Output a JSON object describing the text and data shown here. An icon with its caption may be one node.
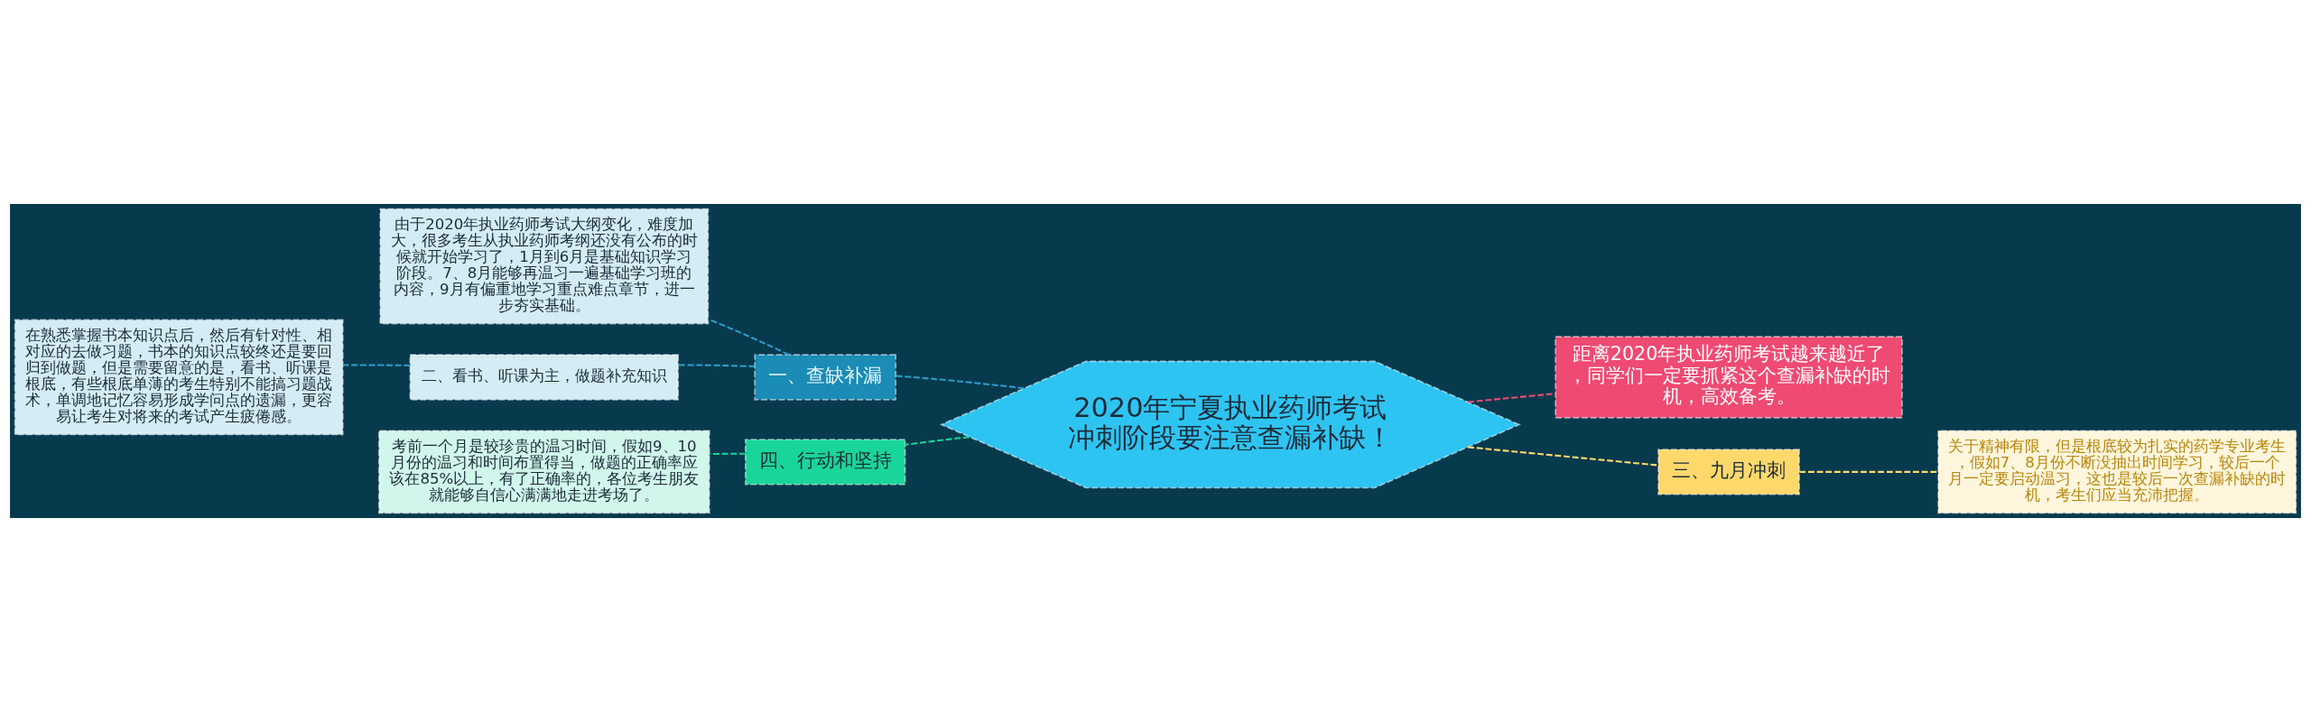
{
  "diagram": {
    "nodes": [
      {
        "text": [
          "2020年宁夏执业药师考试冲刺阶段要注意查漏补缺！"
        ]
      },
      {
        "text": [
          "一、查缺补漏"
        ]
      },
      {
        "text": [
          "由于2020年执业药师考试大纲变化，难度加大，很多考生从执业药师考纲还没有公布的时候就开始学习了，1月到6月是基础知识学习阶段。7、8月能够再温习一遍基础学习班的内容，9月有偏重地学习重点难点章节，进一步夯实基础。"
        ]
      },
      {
        "text": [
          "二、看书、听课为主，做题补充知识"
        ]
      },
      {
        "text": [
          "在熟悉掌握书本知识点后，然后有针对性、相对应的去做习题，书本的知识点较终还是要回归到做题，但是需要留意的是，看书、听课是根底，有些根底单薄的考生特别不能搞习题战术，单调地记忆容易形成学问点的遗漏，更容易让考生对将来的考试产生疲倦感。"
        ]
      },
      {
        "text": [
          "四、行动和坚持"
        ]
      },
      {
        "text": [
          "考前一个月是较珍贵的温习时间，假如9、10月份的温习和时间布置得当，做题的正确率应该在85%以上，有了正确率的，各位考生朋友就能够自信心满满地走进考场了。"
        ]
      },
      {
        "text": [
          "距离2020年执业药师考试越来越近了，同学们一定要抓紧这个查漏补缺的时机，高效备考。"
        ]
      },
      {
        "text": [
          "三、九月冲刺"
        ]
      },
      {
        "text": [
          "关于精神有限，但是根底较为扎实的药学专业考生，假如7、8月份不断没抽出时间学习，较后一个月一定要启动温习，这也是较后一次查漏补缺的时机，考生们应当充沛把握。"
        ]
      }
    ],
    "edges": [
      {
        "from": 0,
        "to": 1,
        "arrow": "none",
        "style": "dashed"
      },
      {
        "from": 1,
        "to": 2,
        "arrow": "none",
        "style": "dashed"
      },
      {
        "from": 1,
        "to": 3,
        "arrow": "none",
        "style": "dashed"
      },
      {
        "from": 3,
        "to": 4,
        "arrow": "none",
        "style": "dashed"
      },
      {
        "from": 0,
        "to": 5,
        "arrow": "none",
        "style": "dashed",
        "color": "#1ad59a"
      },
      {
        "from": 5,
        "to": 6,
        "arrow": "none",
        "style": "dashed",
        "color": "#1ad59a"
      },
      {
        "from": 0,
        "to": 7,
        "arrow": "none",
        "style": "dashed",
        "color": "#ef4a72"
      },
      {
        "from": 0,
        "to": 8,
        "arrow": "none",
        "style": "dashed",
        "color": "#ffd86b"
      },
      {
        "from": 8,
        "to": 9,
        "arrow": "none",
        "style": "dashed",
        "color": "#ffd86b"
      }
    ]
  }
}
